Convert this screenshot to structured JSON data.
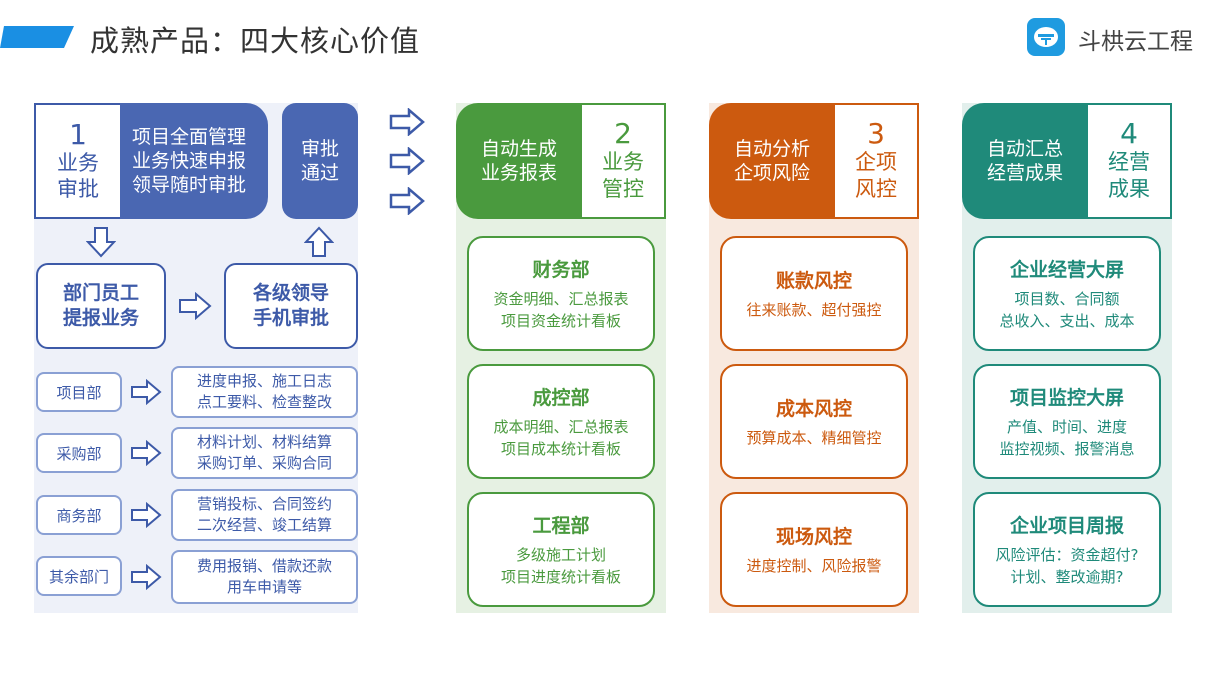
{
  "header": {
    "title": "成熟产品：四大核心价值",
    "brand": "斗栱云工程"
  },
  "left": {
    "num": "1",
    "label": [
      "业务",
      "审批"
    ],
    "desc": [
      "项目全面管理",
      "业务快速申报",
      "领导随时审批"
    ],
    "approve": [
      "审批",
      "通过"
    ],
    "staff": [
      "部门员工",
      "提报业务"
    ],
    "leader": [
      "各级领导",
      "手机审批"
    ],
    "depts": [
      {
        "name": "项目部",
        "tasks": [
          "进度申报、施工日志",
          "点工要料、检查整改"
        ]
      },
      {
        "name": "采购部",
        "tasks": [
          "材料计划、材料结算",
          "采购订单、采购合同"
        ]
      },
      {
        "name": "商务部",
        "tasks": [
          "营销投标、合同签约",
          "二次经营、竣工结算"
        ]
      },
      {
        "name": "其余部门",
        "tasks": [
          "费用报销、借款还款",
          "用车申请等"
        ]
      }
    ]
  },
  "columns": [
    {
      "color": "#4a9a3e",
      "bg": "#e6f1e3",
      "head": [
        "自动生成",
        "业务报表"
      ],
      "num": "2",
      "label": [
        "业务",
        "管控"
      ],
      "items": [
        {
          "title": "财务部",
          "lines": [
            "资金明细、汇总报表",
            "项目资金统计看板"
          ]
        },
        {
          "title": "成控部",
          "lines": [
            "成本明细、汇总报表",
            "项目成本统计看板"
          ]
        },
        {
          "title": "工程部",
          "lines": [
            "多级施工计划",
            "项目进度统计看板"
          ]
        }
      ]
    },
    {
      "color": "#cc5a0f",
      "bg": "#f8e9df",
      "head": [
        "自动分析",
        "企项风险"
      ],
      "num": "3",
      "label": [
        "企项",
        "风控"
      ],
      "items": [
        {
          "title": "账款风控",
          "lines": [
            "往来账款、超付强控"
          ]
        },
        {
          "title": "成本风控",
          "lines": [
            "预算成本、精细管控"
          ]
        },
        {
          "title": "现场风控",
          "lines": [
            "进度控制、风险报警"
          ]
        }
      ]
    },
    {
      "color": "#1f8a7a",
      "bg": "#e2efec",
      "head": [
        "自动汇总",
        "经营成果"
      ],
      "num": "4",
      "label": [
        "经营",
        "成果"
      ],
      "items": [
        {
          "title": "企业经营大屏",
          "lines": [
            "项目数、合同额",
            "总收入、支出、成本"
          ]
        },
        {
          "title": "项目监控大屏",
          "lines": [
            "产值、时间、进度",
            "监控视频、报警消息"
          ]
        },
        {
          "title": "企业项目周报",
          "lines": [
            "风险评估：资金超付?",
            "计划、整改逾期?"
          ]
        }
      ]
    }
  ],
  "icons": [
    "logo-icon",
    "arrow-right-icon",
    "arrow-down-icon",
    "arrow-up-icon"
  ]
}
